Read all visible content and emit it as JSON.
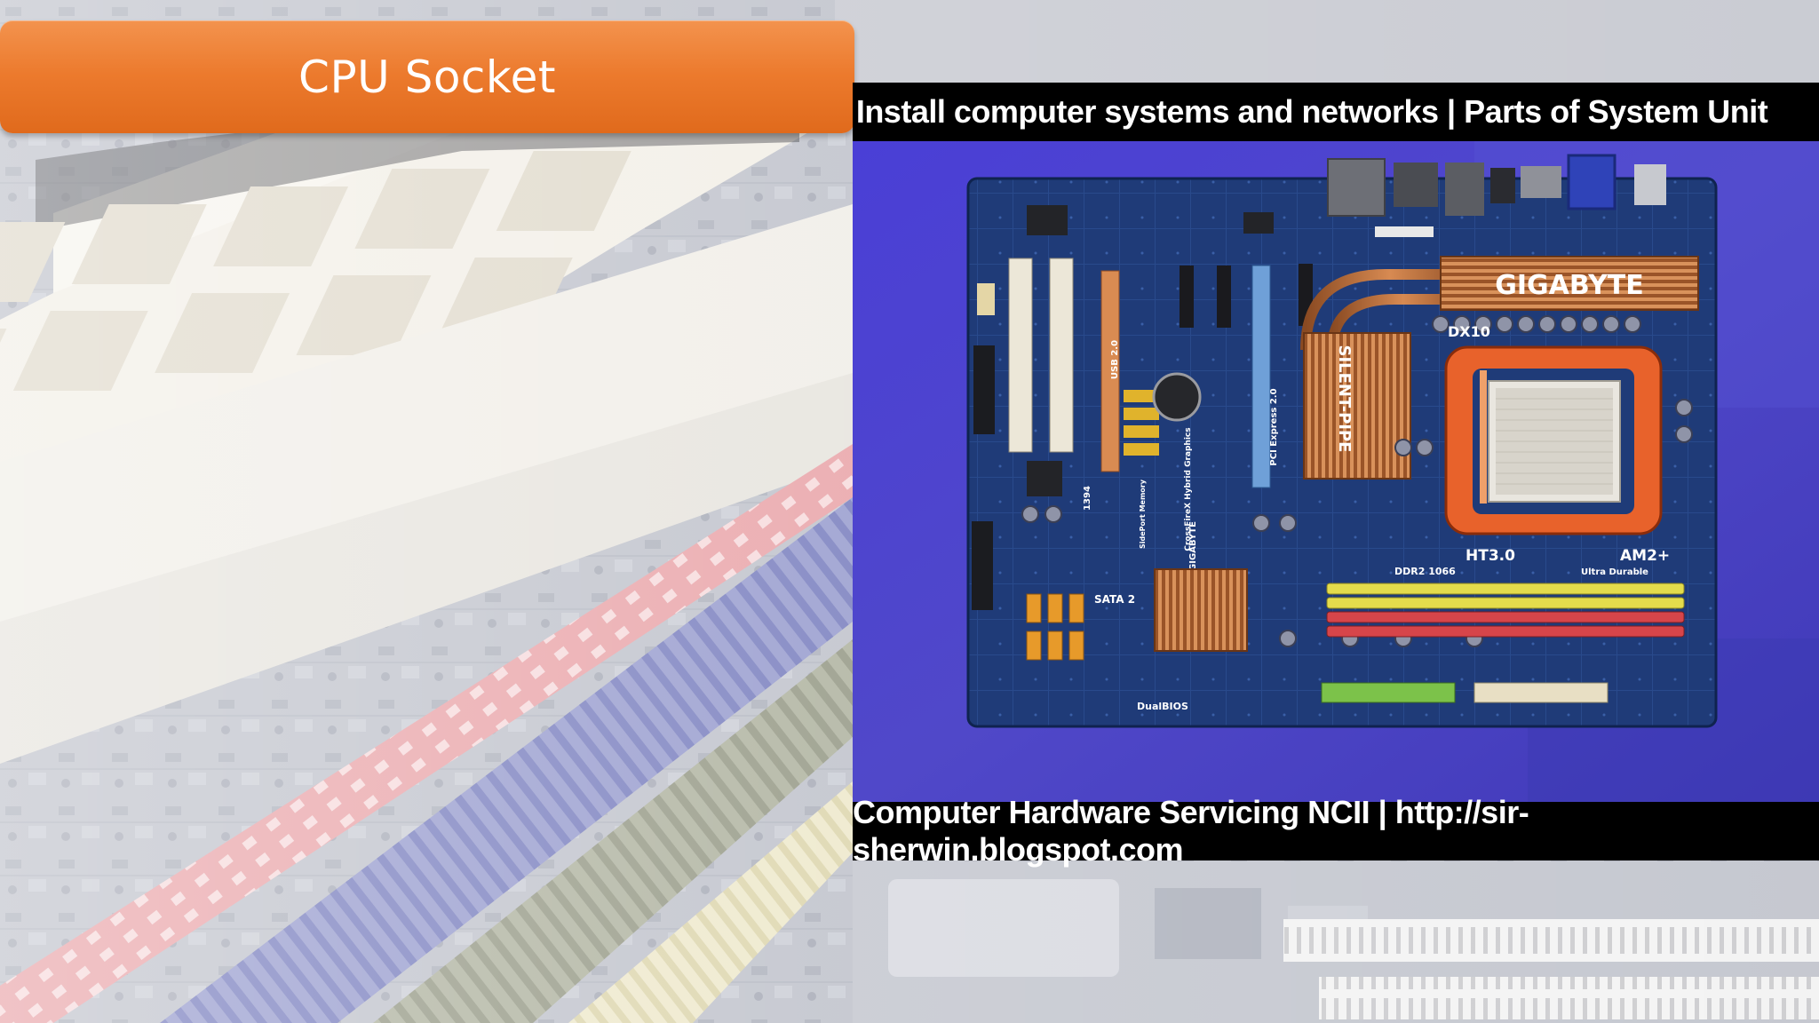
{
  "slide": {
    "title": "CPU Socket"
  },
  "figure": {
    "header": "Install computer systems and networks | Parts of System Unit",
    "footer": "Computer Hardware Servicing NCII | http://sir-sherwin.blogspot.com"
  },
  "board": {
    "heatsink_brand": "GIGABYTE",
    "cooling_brand": "SILENT-PIPE",
    "socket_type": "AM2+",
    "bus_label": "HT3.0",
    "directx_label": "DX10",
    "memory_label": "DDR2 1066",
    "ultra_label": "Ultra Durable",
    "sata_label": "SATA 2",
    "usb_label": "USB 2.0",
    "firewire_label": "1394",
    "bios_label": "DualBIOS",
    "board_brand": "GIGABYTE",
    "pcie_label": "PCI Express 2.0",
    "crossfire_label": "CrossFireX Hybrid Graphics",
    "sideport_label": "SidePort Memory"
  },
  "colors": {
    "banner": "#ec7a2d",
    "pcb": "#1f3b78",
    "socket_frame": "#e8622b",
    "ram_yellow": "#e4dc4c",
    "ram_red": "#d6454a",
    "background_stage": "#4b44c8"
  }
}
